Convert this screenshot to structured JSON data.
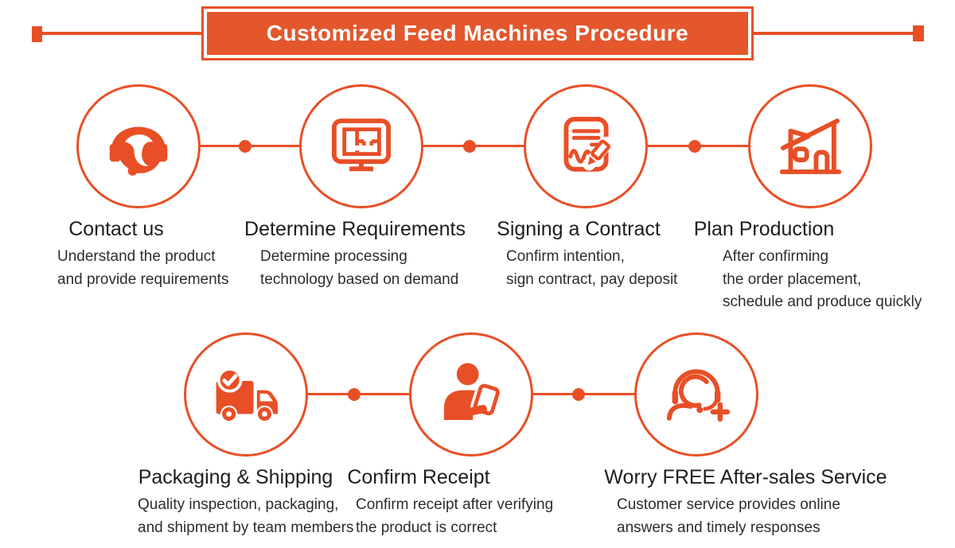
{
  "colors": {
    "accent": "#e84f26",
    "banner_fill": "#e4572c",
    "title_text": "#1d1d1d",
    "body_text": "#2d2d2d",
    "banner_text": "#ffffff"
  },
  "header": {
    "title": "Customized Feed Machines Procedure"
  },
  "steps": [
    {
      "row": 1,
      "icon": "headset-agent-icon",
      "title": "Contact us",
      "description": [
        "Understand the product",
        "and provide requirements"
      ]
    },
    {
      "row": 1,
      "icon": "monitor-floorplan-icon",
      "title": "Determine Requirements",
      "description": [
        "Determine processing",
        "technology based on demand"
      ]
    },
    {
      "row": 1,
      "icon": "contract-pen-icon",
      "title": "Signing a Contract",
      "description": [
        "Confirm intention,",
        "sign contract, pay deposit"
      ]
    },
    {
      "row": 1,
      "icon": "factory-icon",
      "title": "Plan Production",
      "description": [
        "After confirming",
        "the order placement,",
        "schedule and produce quickly"
      ]
    },
    {
      "row": 2,
      "icon": "delivery-truck-icon",
      "title": "Packaging & Shipping",
      "description": [
        "Quality inspection, packaging,",
        "and shipment by team members"
      ]
    },
    {
      "row": 2,
      "icon": "person-tablet-icon",
      "title": "Confirm Receipt",
      "description": [
        "Confirm receipt after verifying",
        "the product is correct"
      ]
    },
    {
      "row": 2,
      "icon": "support-headset-plus-icon",
      "title": "Worry FREE After-sales Service",
      "description": [
        "Customer service provides online",
        "answers and timely responses"
      ]
    }
  ]
}
